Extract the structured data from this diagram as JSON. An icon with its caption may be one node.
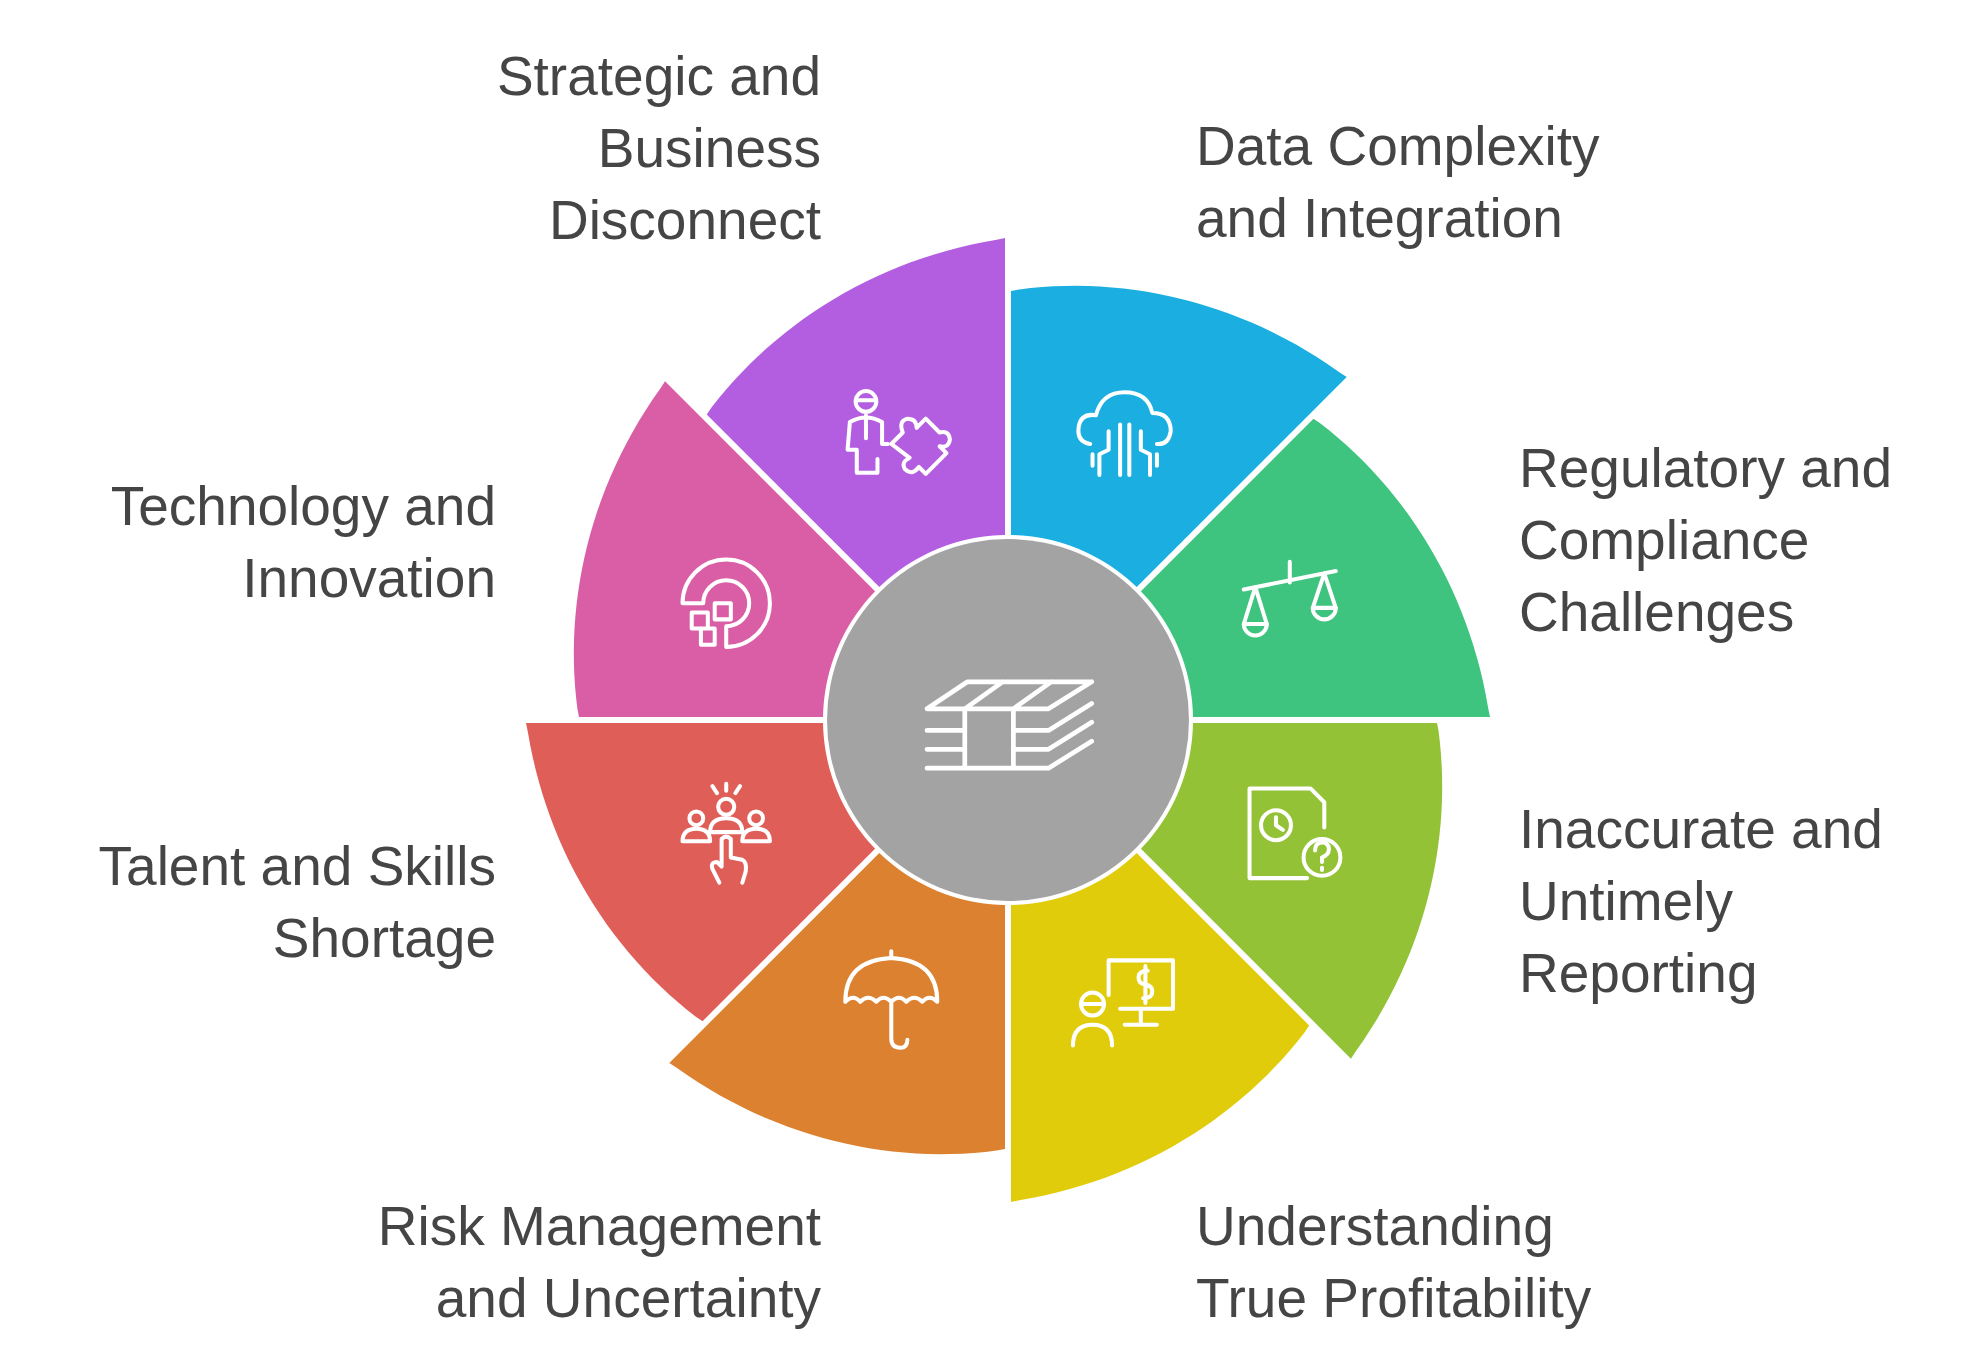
{
  "diagram": {
    "nodes": [
      {
        "text": [
          "Strategic and Business Disconnect"
        ]
      },
      {
        "text": [
          "Data Complexity and Integration"
        ]
      },
      {
        "text": [
          "Regulatory and Compliance Challenges"
        ]
      },
      {
        "text": [
          "Inaccurate and Untimely Reporting"
        ]
      },
      {
        "text": [
          "Understanding True Profitability"
        ]
      },
      {
        "text": [
          "Risk Management and Uncertainty"
        ]
      },
      {
        "text": [
          "Talent and Skills Shortage"
        ]
      },
      {
        "text": [
          "Technology and Innovation"
        ]
      },
      {
        "text": [],
        "shape": "circle"
      }
    ]
  }
}
